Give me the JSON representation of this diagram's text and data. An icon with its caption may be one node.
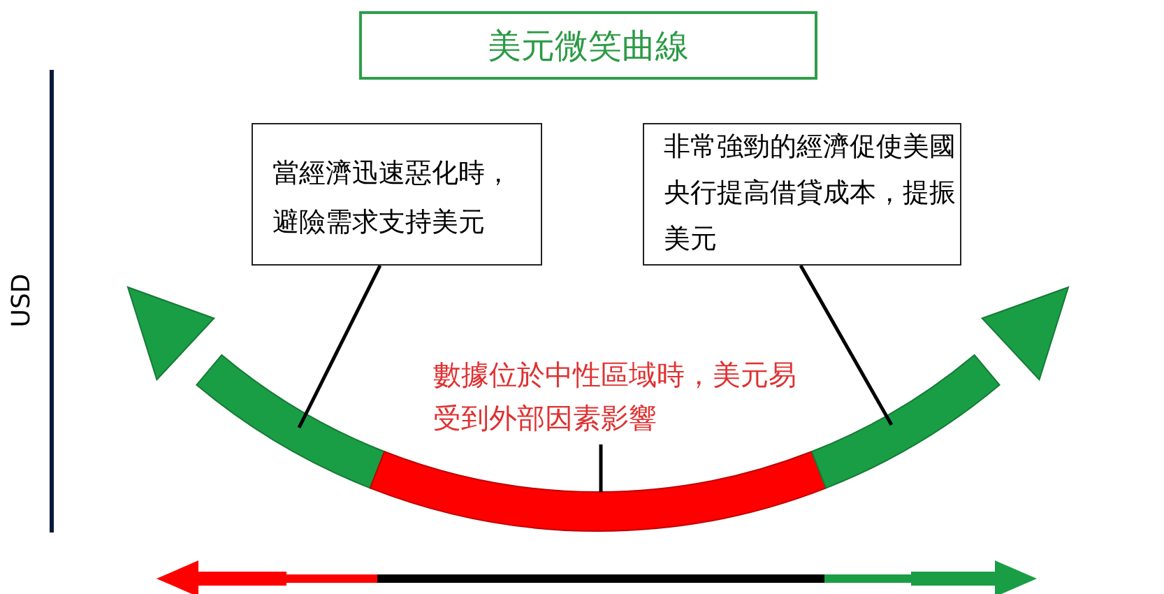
{
  "diagram": {
    "title": "美元微笑曲線",
    "nodes": [
      {
        "text": [
          "當經濟迅速惡化時，避險需求支持美元"
        ]
      },
      {
        "text": [
          "非常強勁的經濟促使美國央行提高借貸成本，提振美元"
        ]
      },
      {
        "text": [
          "數據位於中性區域時，美元易受到外部因素影響"
        ]
      }
    ],
    "edges": [
      {
        "from": 0,
        "to": null,
        "arrow": "none"
      },
      {
        "from": 1,
        "to": null,
        "arrow": "none"
      },
      {
        "from": 2,
        "to": null,
        "arrow": "none"
      }
    ],
    "labels": [
      "USD"
    ]
  }
}
